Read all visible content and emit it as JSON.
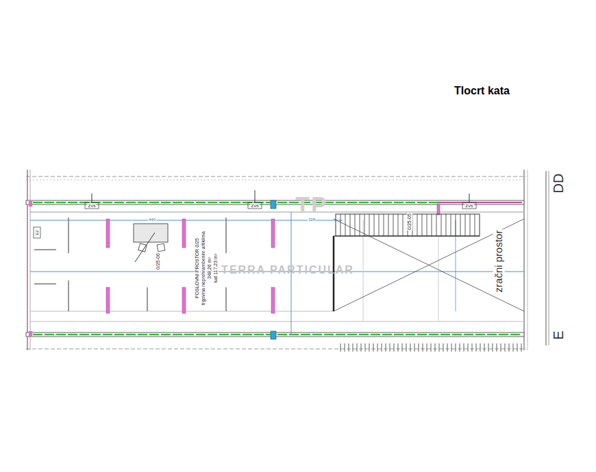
{
  "diagram": {
    "title": "Tlocrt kata",
    "labels": [
      "ZV6",
      "ZV6",
      "ZV6",
      "DD",
      "E",
      "E2",
      "440",
      "328",
      "0/25-06",
      "POSLOVNI PROSTOR 0/25",
      "trgovina neprehrambenim artiklima",
      "348,26 m²",
      "kat 117,23 m²",
      "0/25-05",
      "zračni prostor",
      "TERRA PARTICULAR",
      "TP"
    ]
  }
}
